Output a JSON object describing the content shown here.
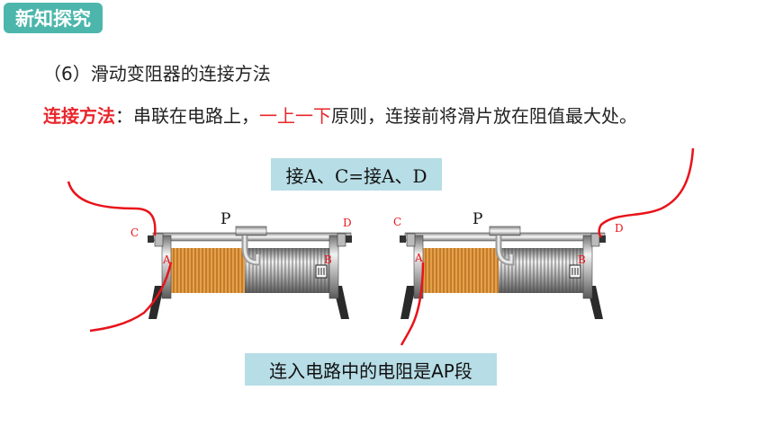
{
  "badge": "新知探究",
  "heading": "（6）滑动变阻器的连接方法",
  "rule": {
    "title": "连接方法",
    "colon": "：串联在电路上，",
    "principle": "一上一下",
    "rest": "原则，连接前将滑片放在阻值最大处。"
  },
  "equivalence_label": "接A、C=接A、D",
  "result_label": "连入电路中的电阻是AP段",
  "rheostat_left": {
    "p": "P",
    "a": "A",
    "b": "B",
    "c": "C",
    "d": "D"
  },
  "rheostat_right": {
    "p": "P",
    "a": "A",
    "b": "B",
    "c": "C",
    "d": "D"
  },
  "colors": {
    "wire": "#e8131a",
    "coil_active": "#e8a048",
    "badge": "#4db6ac",
    "label_bg": "#b7dde6"
  }
}
